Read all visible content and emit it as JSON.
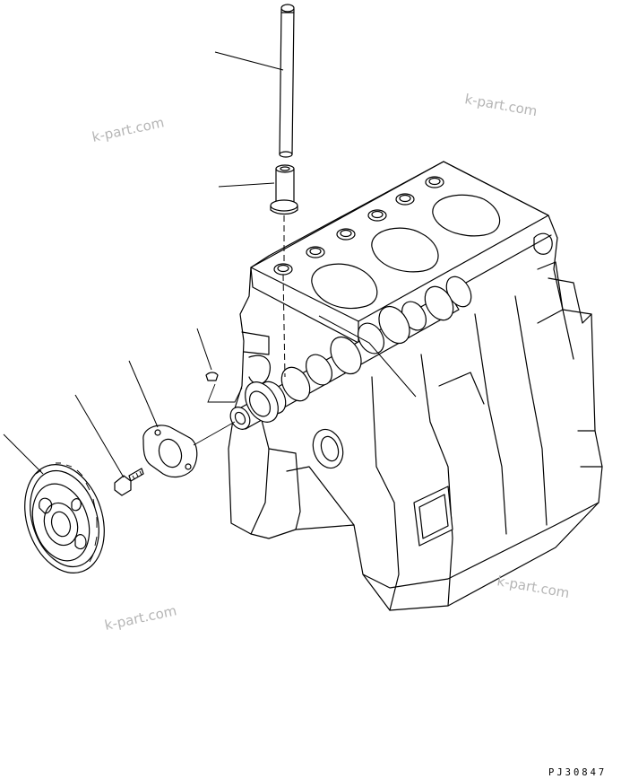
{
  "watermarks": [
    "k-part.com",
    "k-part.com",
    "k-part.com",
    "k-part.com"
  ],
  "drawing_code": "PJ30847",
  "parts": [
    "push-rod",
    "valve-tappet",
    "cylinder-block",
    "camshaft",
    "woodruff-key",
    "thrust-plate",
    "bolt",
    "camshaft-gear"
  ]
}
